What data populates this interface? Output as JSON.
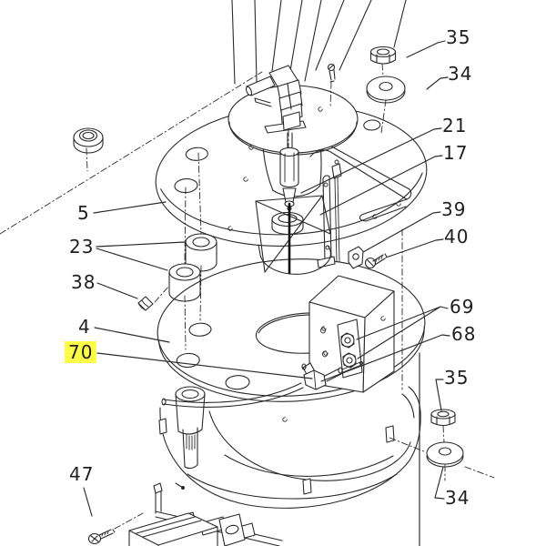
{
  "diagram": {
    "background_color": "#ffffff",
    "line_color": "#2a2a2a",
    "highlight_color": "#fdfd4a",
    "callouts": [
      {
        "label": "35",
        "position": "top-right",
        "highlighted": false
      },
      {
        "label": "34",
        "position": "top-right",
        "highlighted": false
      },
      {
        "label": "21",
        "position": "right",
        "highlighted": false
      },
      {
        "label": "17",
        "position": "right",
        "highlighted": false
      },
      {
        "label": "39",
        "position": "right",
        "highlighted": false
      },
      {
        "label": "40",
        "position": "right",
        "highlighted": false
      },
      {
        "label": "69",
        "position": "right",
        "highlighted": false
      },
      {
        "label": "68",
        "position": "right",
        "highlighted": false
      },
      {
        "label": "35",
        "position": "bottom-right",
        "highlighted": false
      },
      {
        "label": "34",
        "position": "bottom-right",
        "highlighted": false
      },
      {
        "label": "5",
        "position": "left",
        "highlighted": false
      },
      {
        "label": "23",
        "position": "left",
        "highlighted": false
      },
      {
        "label": "38",
        "position": "left",
        "highlighted": false
      },
      {
        "label": "4",
        "position": "left",
        "highlighted": false
      },
      {
        "label": "70",
        "position": "left",
        "highlighted": true
      },
      {
        "label": "47",
        "position": "bottom-left",
        "highlighted": false
      }
    ]
  }
}
